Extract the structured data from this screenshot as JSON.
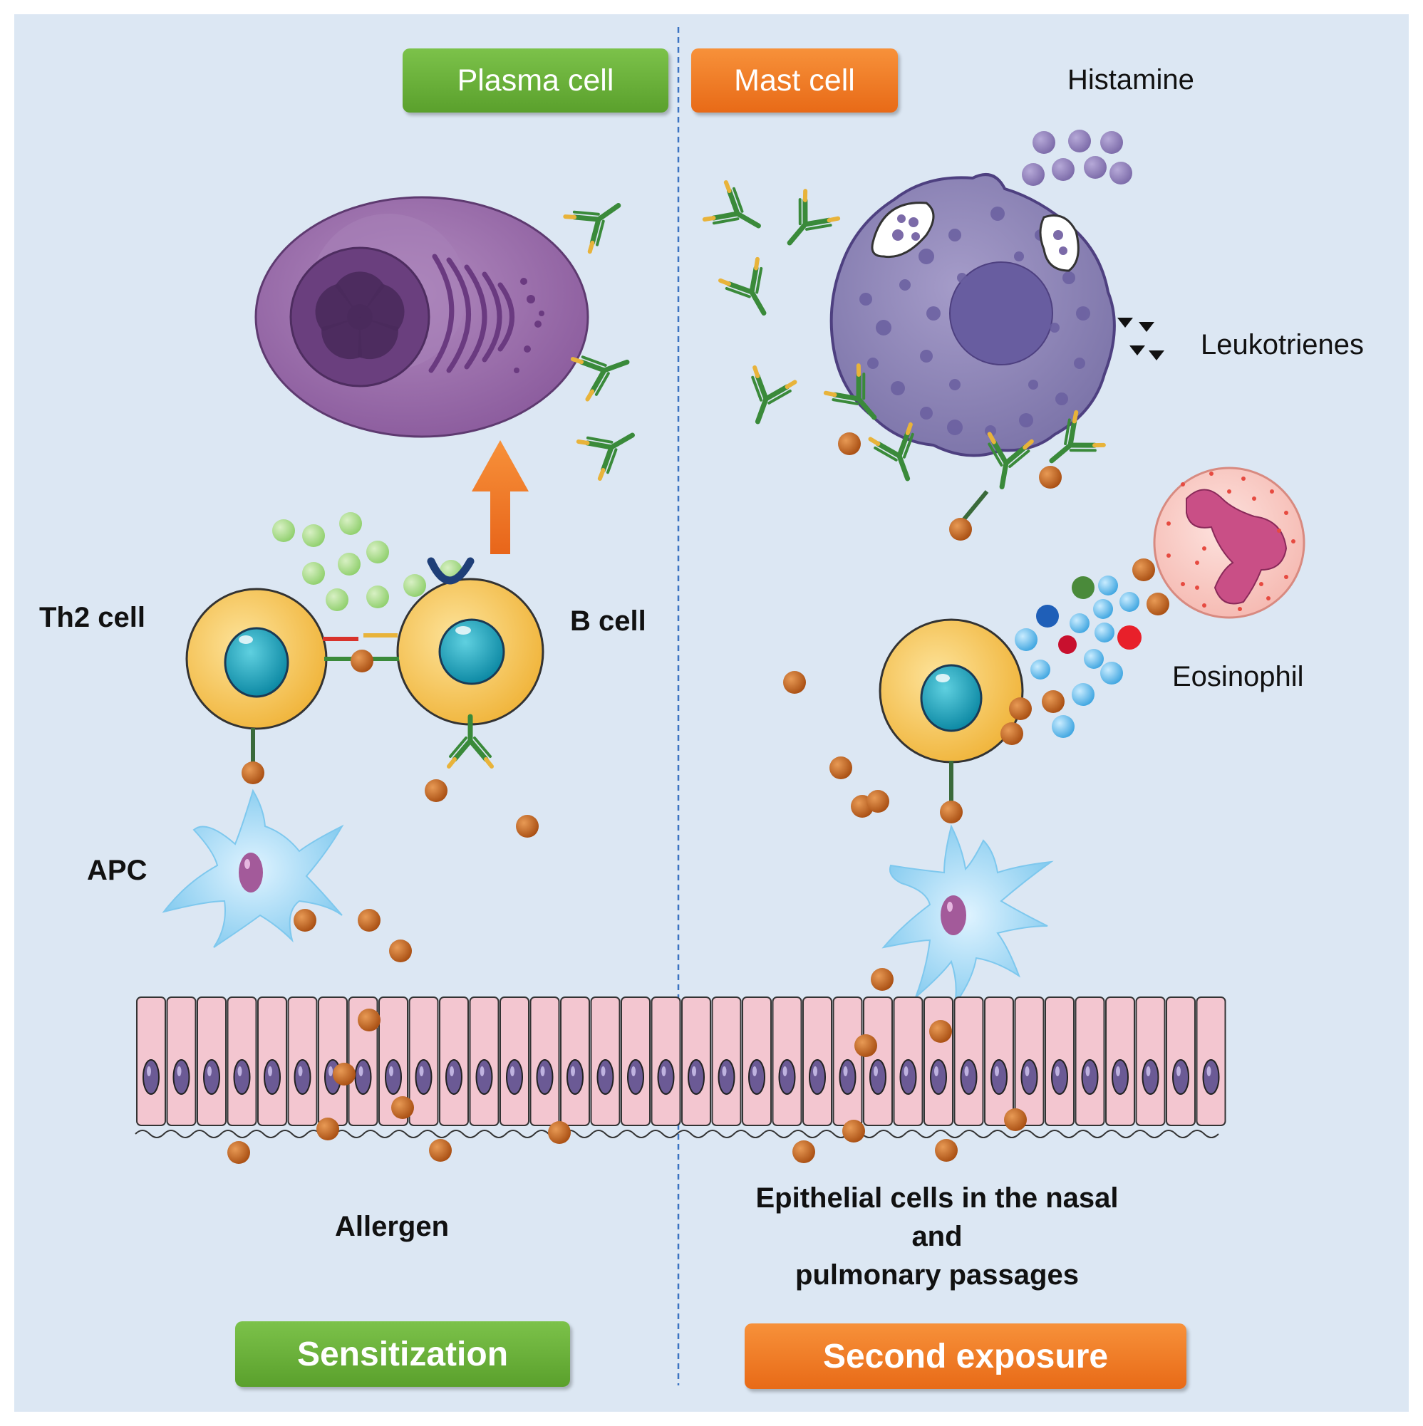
{
  "top_labels": {
    "plasma_cell": "Plasma cell",
    "mast_cell": "Mast cell"
  },
  "mediators": {
    "histamine": "Histamine",
    "leukotrienes": "Leukotrienes",
    "eosinophil": "Eosinophil"
  },
  "cells": {
    "th2": "Th2 cell",
    "b_cell": "B cell",
    "apc": "APC",
    "allergen": "Allergen"
  },
  "epithelium_caption": {
    "line1": "Epithelial cells in the nasal",
    "line2": "and",
    "line3": "pulmonary passages"
  },
  "phases": {
    "sensitization": "Sensitization",
    "second_exposure": "Second exposure"
  },
  "colors": {
    "background": "#dce7f3",
    "green_pill": "#66ad36",
    "orange_pill": "#ee7522",
    "allergen": "#c8621b",
    "antibody": "#3a8a3a",
    "plasma_cell": "#9c6aa8",
    "mast_cell": "#8780b4",
    "epithelium": "#f2c4cf"
  }
}
